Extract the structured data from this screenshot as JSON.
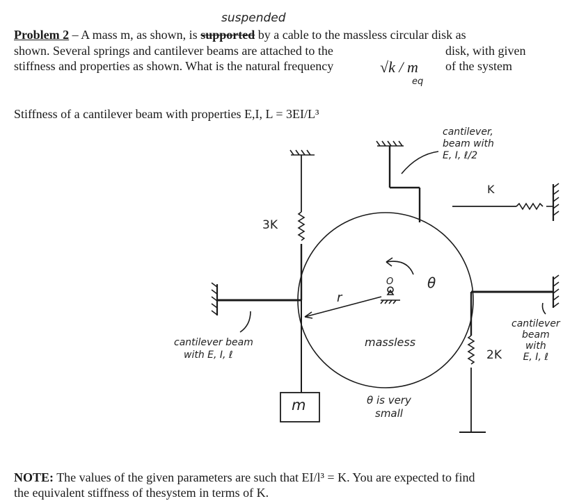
{
  "problem": {
    "handwritten_insert": "suspended",
    "title": "Problem 2",
    "line1_a": " – A mass m, as shown, is ",
    "line1_struck": "supported",
    "line1_b": " by a cable to the massless circular disk as",
    "line2_left": "shown.  Several springs and cantilever beams are attached to the",
    "line2_right": "disk, with given",
    "line3_left": "stiffness and properties as shown.  What is the natural frequency",
    "formula": "√k / m",
    "formula_sub": "eq",
    "line3_right": "of the system"
  },
  "stiffness_note": "Stiffness of a cantilever beam with properties E,I, L = 3EI/L³",
  "figure": {
    "label_3k": "3K",
    "label_k": "K",
    "label_2k": "2K",
    "label_r": "r",
    "label_o": "O",
    "label_theta": "θ",
    "label_m": "m",
    "label_massless": "massless",
    "top_beam_note": [
      "cantilever,",
      "beam with",
      "E, I, ℓ/2"
    ],
    "left_beam_note": [
      "cantilever beam",
      "with E, I, ℓ"
    ],
    "right_beam_note": [
      "cantilever",
      "beam",
      "with",
      "E, I, ℓ"
    ],
    "theta_note": [
      "θ is very",
      "small"
    ]
  },
  "note": {
    "label": "NOTE:",
    "line1": " The values of the given parameters are such that EI/l³ = K.  You are expected to find",
    "line2": "the equivalent stiffness of thesystem in terms of K."
  }
}
